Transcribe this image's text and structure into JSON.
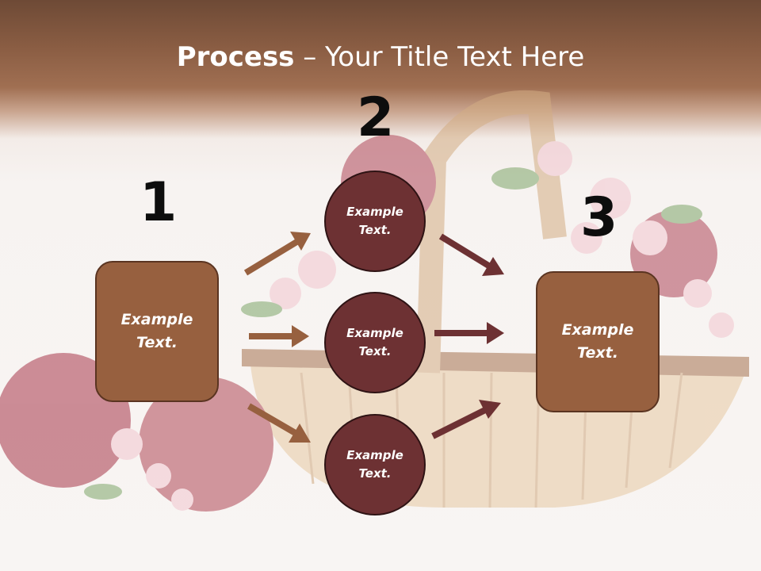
{
  "title": {
    "bold": "Process",
    "rest": " – Your Title Text Here"
  },
  "steps": [
    {
      "number": "1",
      "text": "Example\nText."
    },
    {
      "number": "2",
      "text": "Example\nText."
    },
    {
      "number": "3",
      "text": "Example\nText."
    }
  ],
  "circles": [
    {
      "text": "Example\nText."
    },
    {
      "text": "Example\nText."
    },
    {
      "text": "Example\nText."
    }
  ],
  "colors": {
    "box": "#97603f",
    "circle": "#6d3133",
    "arrow_left": "#97603f",
    "arrow_right": "#6d3133",
    "header": "#8a5d43"
  }
}
